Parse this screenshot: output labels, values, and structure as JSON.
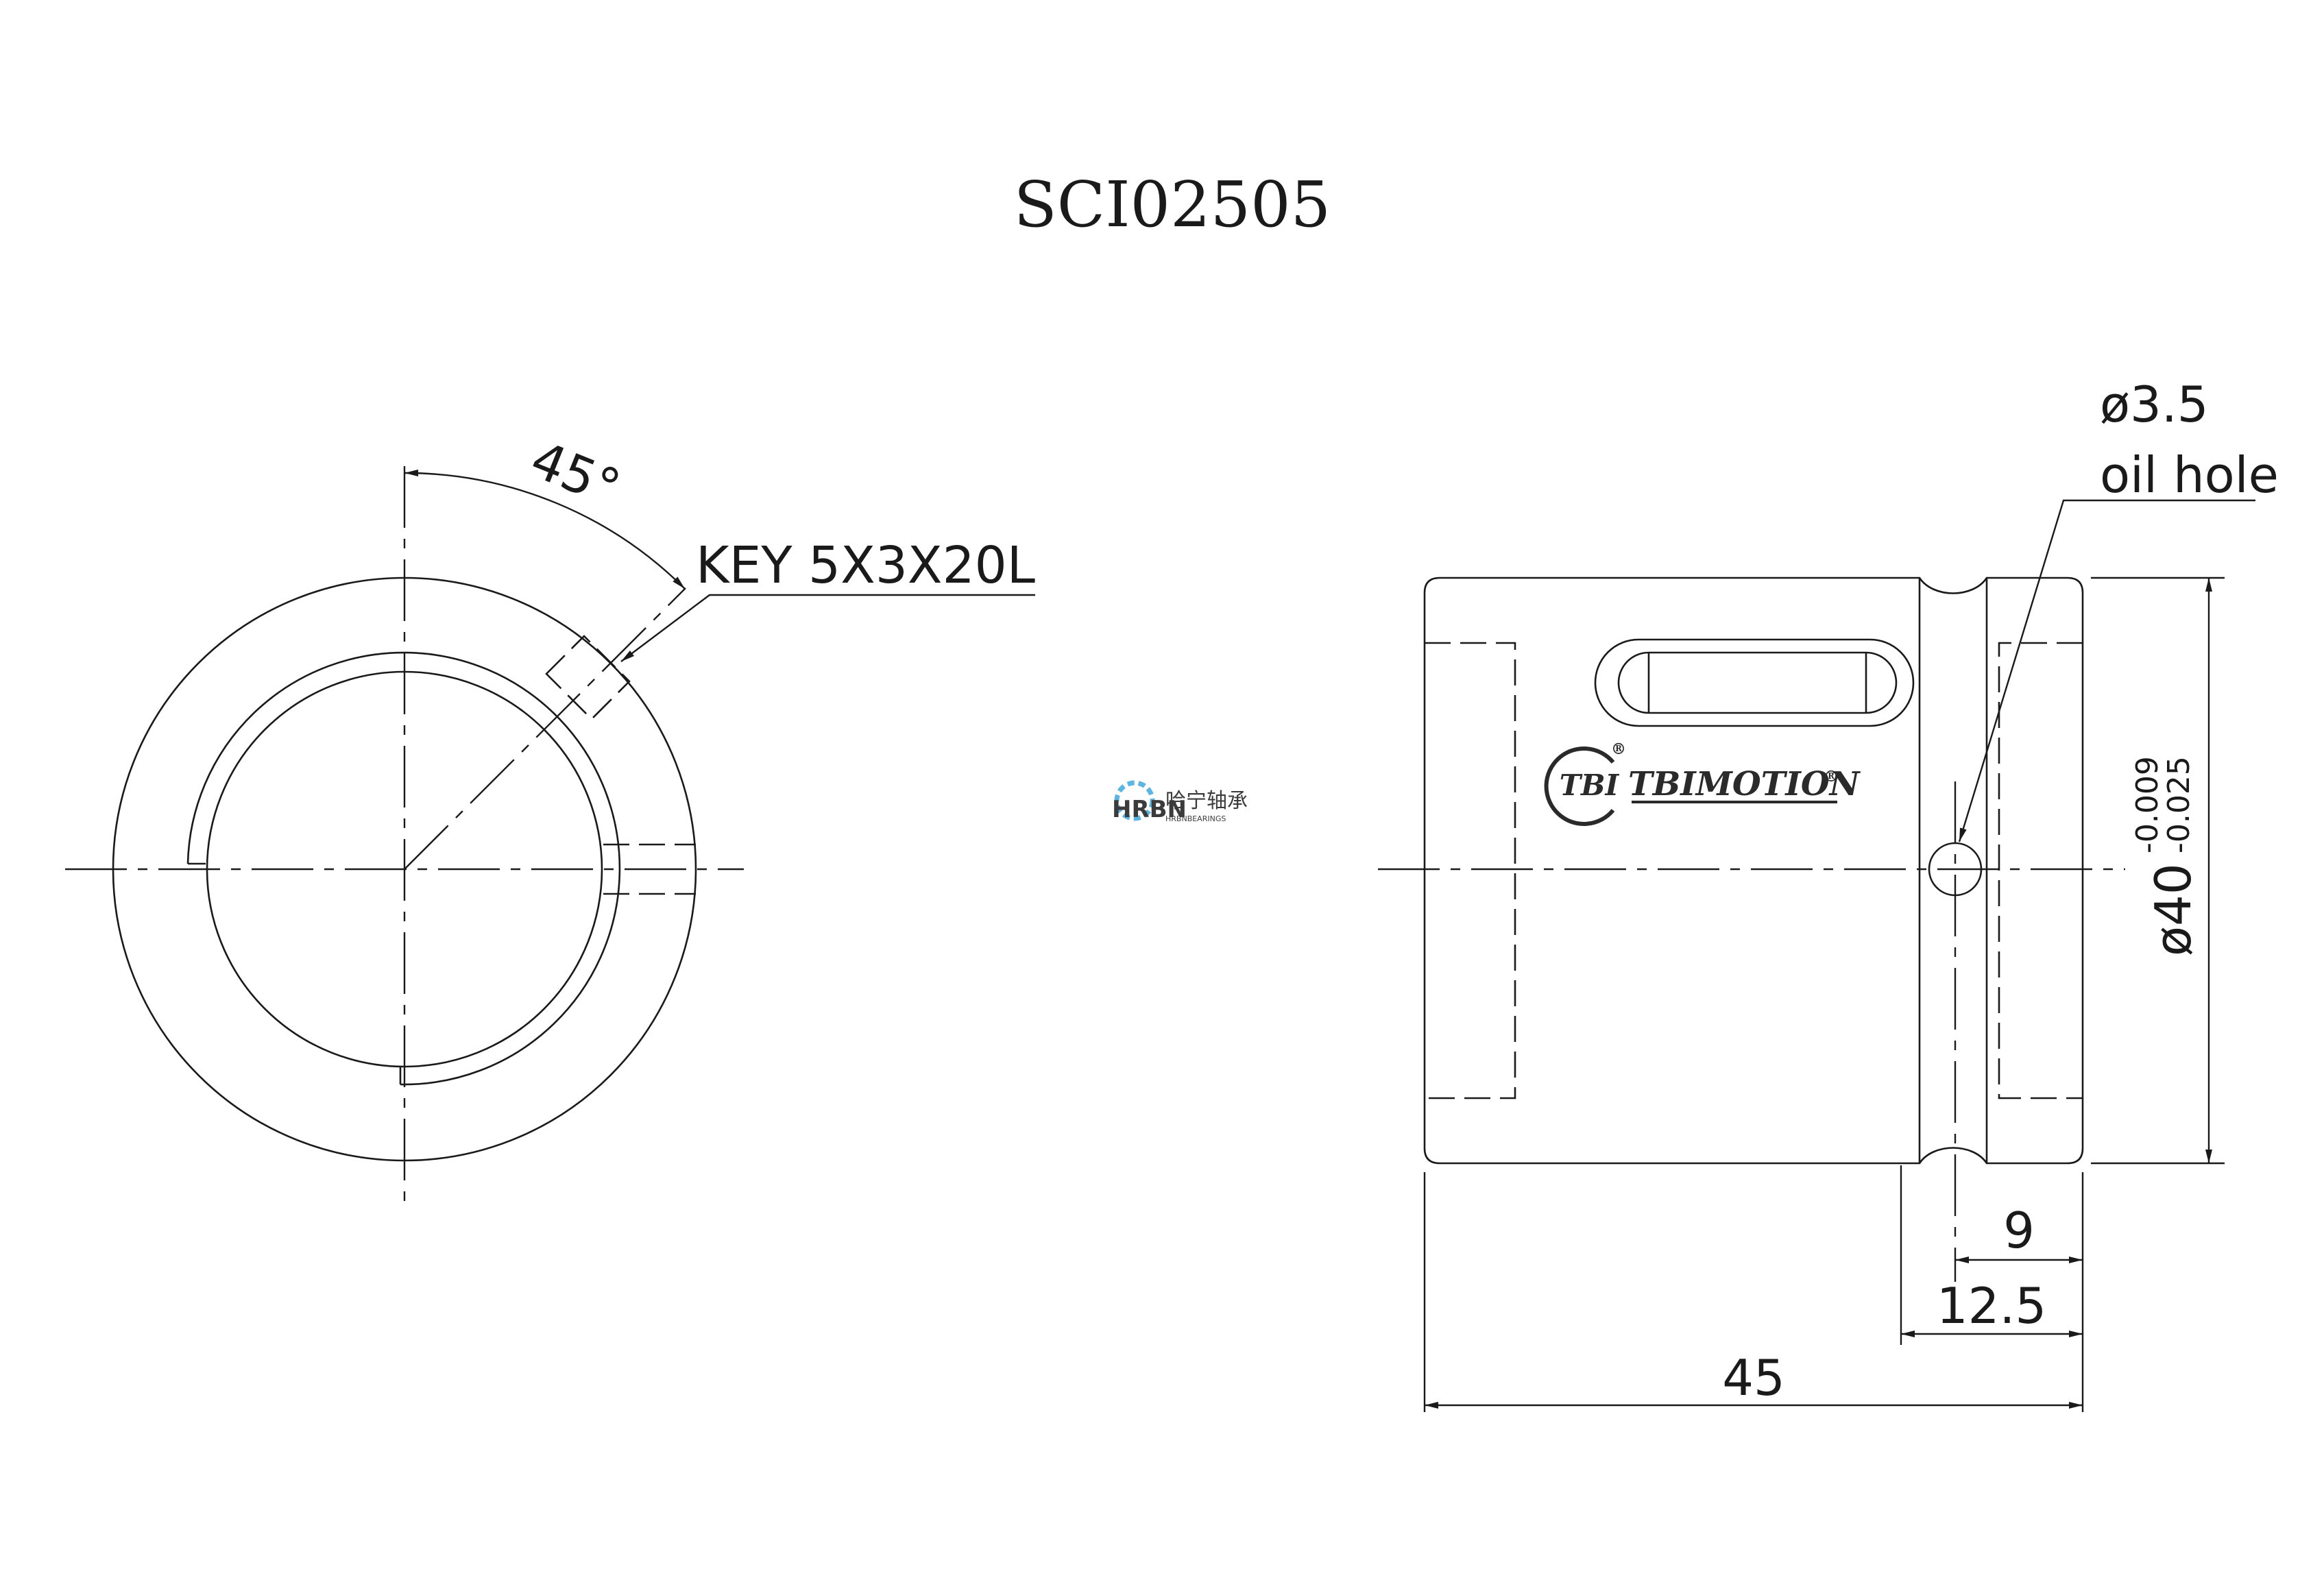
{
  "title": "SCI02505",
  "end_view": {
    "angle_label": "45°",
    "key_label": "KEY 5X3X20L"
  },
  "side_view": {
    "oil_hole_diameter": "ø3.5",
    "oil_hole_text": "oil hole",
    "diameter_main": "ø40",
    "tol_upper": "-0.009",
    "tol_lower": "-0.025",
    "dim_9": "9",
    "dim_12_5": "12.5",
    "dim_45": "45"
  },
  "brand": {
    "logo_badge": "TBI",
    "logo_text": "TBIMOTION",
    "registered_mark": "®"
  },
  "watermark": {
    "latin": "HRBN",
    "chinese": "哈宁轴承",
    "sub": "HRBNBEARINGS",
    "color": "#3fa9e0"
  }
}
